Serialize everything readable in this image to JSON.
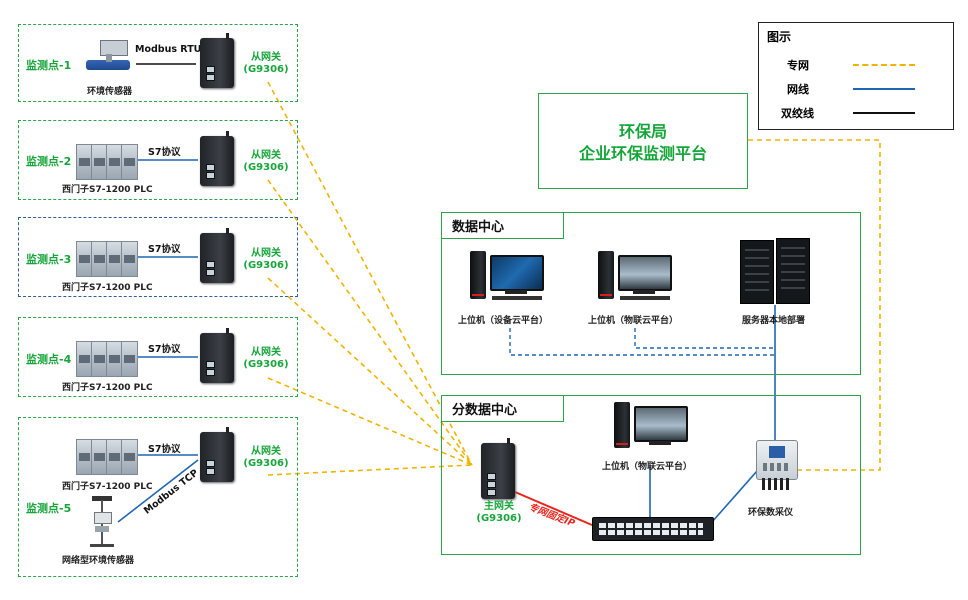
{
  "legend": {
    "title": "图示",
    "items": [
      {
        "label": "专网",
        "color": "#f0b400",
        "style": "dashed"
      },
      {
        "label": "网线",
        "color": "#1f67b2",
        "style": "solid"
      },
      {
        "label": "双绞线",
        "color": "#111111",
        "style": "solid"
      }
    ]
  },
  "platform": {
    "line1": "环保局",
    "line2": "企业环保监测平台"
  },
  "data_center": {
    "title": "数据中心",
    "pc1_label": "上位机（设备云平台）",
    "pc2_label": "上位机（物联云平台）",
    "server_label": "服务器本地部署"
  },
  "sub_center": {
    "title": "分数据中心",
    "main_gateway": {
      "line1": "主网关",
      "line2": "(G9306)"
    },
    "ip_label": "专网固定IP",
    "pc_label": "上位机（物联云平台）",
    "collector_label": "环保数采仪"
  },
  "sites": [
    {
      "label": "监测点-1",
      "protocol": "Modbus RTU",
      "device": "环境传感器",
      "gw1": "从网关",
      "gw2": "(G9306)"
    },
    {
      "label": "监测点-2",
      "protocol": "S7协议",
      "device": "西门子S7-1200 PLC",
      "gw1": "从网关",
      "gw2": "(G9306)"
    },
    {
      "label": "监测点-3",
      "protocol": "S7协议",
      "device": "西门子S7-1200 PLC",
      "gw1": "从网关",
      "gw2": "(G9306)"
    },
    {
      "label": "监测点-4",
      "protocol": "S7协议",
      "device": "西门子S7-1200 PLC",
      "gw1": "从网关",
      "gw2": "(G9306)"
    },
    {
      "label": "监测点-5",
      "protocol": "S7协议",
      "device": "西门子S7-1200 PLC",
      "gw1": "从网关",
      "gw2": "(G9306)",
      "protocol2": "Modbus TCP",
      "device2": "网络型环境传感器"
    }
  ]
}
